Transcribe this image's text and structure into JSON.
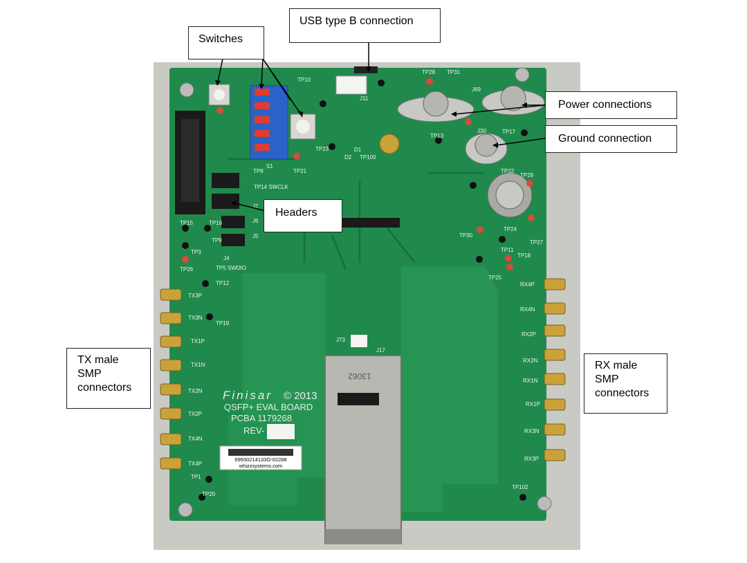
{
  "callouts": {
    "usb": "USB type B connection",
    "switches": "Switches",
    "power": "Power connections",
    "ground": "Ground connection",
    "headers": "Headers",
    "tx_lines": [
      "TX male",
      "SMP",
      "connectors"
    ],
    "rx_lines": [
      "RX male",
      "SMP",
      "connectors"
    ]
  },
  "board": {
    "brand": "Finisar",
    "copyright": "© 2013",
    "name": "QSFP+ EVAL BOARD",
    "pcba": "PCBA 1179268",
    "rev": "REV-",
    "barcode_number": "69930214133O-02288",
    "barcode_site": "whizzsystems.com",
    "cage_mark": "13062",
    "tx_labels": [
      "TX3P",
      "TX3N",
      "TX1P",
      "TX1N",
      "TX2N",
      "TX2P",
      "TX4N",
      "TX4P"
    ],
    "rx_labels": [
      "RX4P",
      "RX4N",
      "RX2P",
      "RX2N",
      "RX1N",
      "RX1P",
      "RX3N",
      "RX3P"
    ],
    "header_labels": [
      "TP14 SWCLK",
      "J7",
      "J6",
      "J5",
      "J4",
      "TP5 SWDIO"
    ],
    "testpoints": [
      "TP10",
      "TP23",
      "TP21",
      "TP8",
      "TP15",
      "TP16",
      "TP9",
      "TP3",
      "TP26",
      "TP12",
      "TP19",
      "TP1",
      "TP20",
      "TP13",
      "TP17",
      "TP30",
      "TP24",
      "TP27",
      "TP11",
      "TP18",
      "TP25",
      "TP102",
      "TP100",
      "TP22",
      "TP29",
      "TP31",
      "TP28",
      "J11",
      "J73",
      "J17",
      "S1",
      "D1",
      "D2",
      "J30",
      "J69"
    ]
  },
  "colors": {
    "pcb": "#1f8a4c",
    "pcb_dark": "#17713e",
    "callout_border": "#222222",
    "gold": "#c9a23a"
  }
}
